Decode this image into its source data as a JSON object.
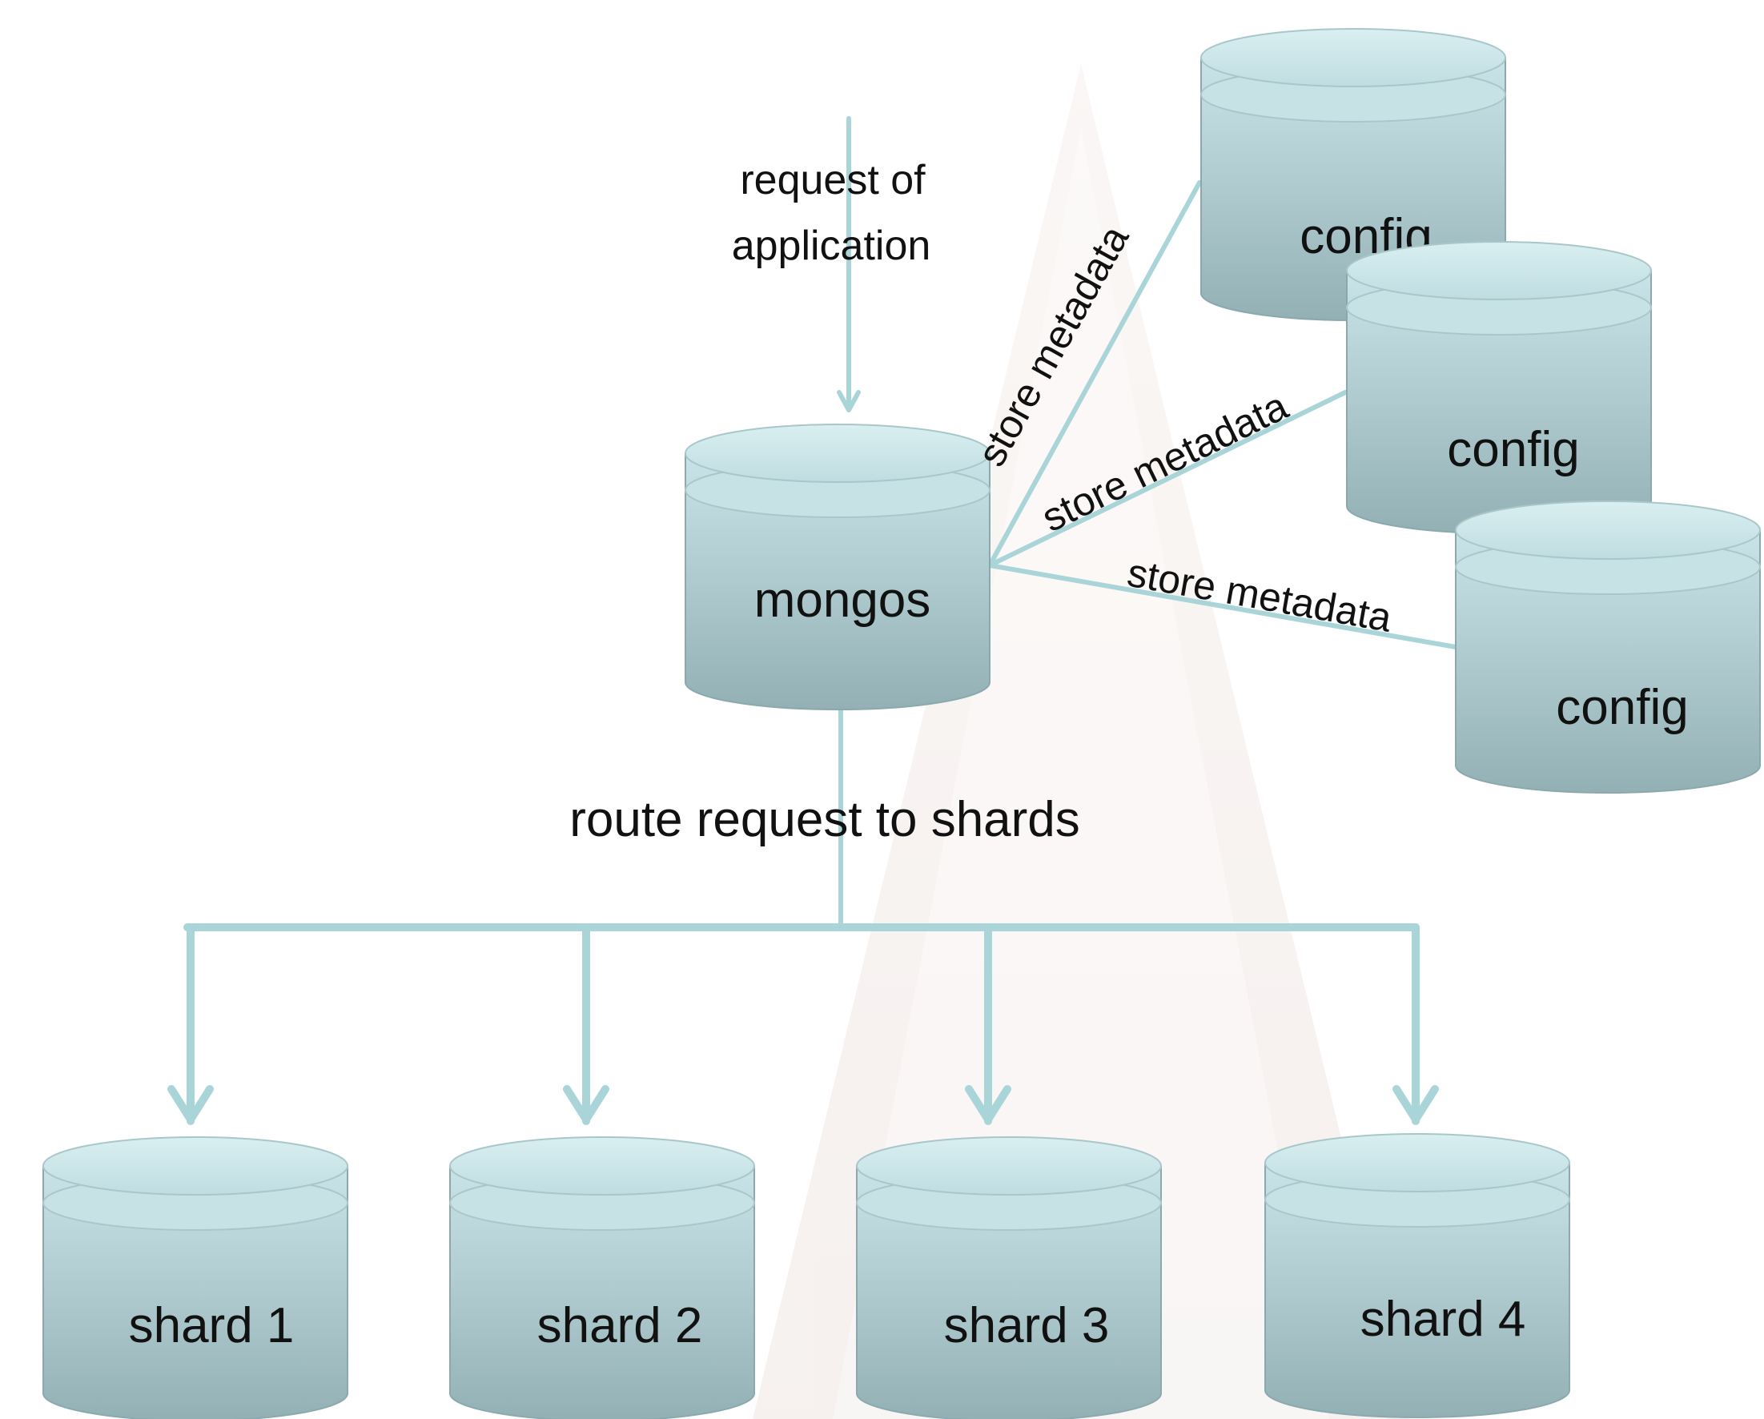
{
  "diagram": {
    "mongos": {
      "label": "mongos"
    },
    "configs": [
      {
        "label": "config"
      },
      {
        "label": "config"
      },
      {
        "label": "config"
      }
    ],
    "shards": [
      {
        "label": "shard 1"
      },
      {
        "label": "shard 2"
      },
      {
        "label": "shard 3"
      },
      {
        "label": "shard 4"
      }
    ],
    "edges": {
      "request_line1": "request of",
      "request_line2": "application",
      "store_1": "store metadata",
      "store_2": "store metadata",
      "store_3": "store metadata",
      "route": "route request to shards"
    },
    "colors": {
      "connector": "#a9d4d8",
      "cylinder_top": "#d4ebee",
      "cylinder_body_top": "#c2dfe3",
      "cylinder_body_bottom": "#96b3b7",
      "cylinder_outline": "#8aa9ae"
    }
  }
}
